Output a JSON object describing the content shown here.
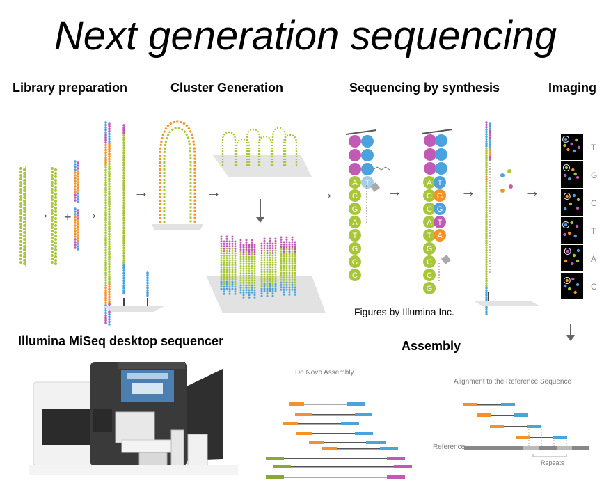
{
  "title": "Next generation sequencing",
  "steps": [
    {
      "label": "Library preparation"
    },
    {
      "label": "Cluster Generation"
    },
    {
      "label": "Sequencing by synthesis"
    },
    {
      "label": "Imaging"
    }
  ],
  "sequence_left": [
    "A",
    "T",
    "C",
    "G",
    "A",
    "T",
    "G",
    "G",
    "C"
  ],
  "sequence_right": [
    "A",
    "T",
    "C",
    "G",
    "C",
    "G",
    "A",
    "T",
    "T",
    "A",
    "G",
    "C",
    "C",
    "G"
  ],
  "imaging_bases": [
    "T",
    "G",
    "C",
    "T",
    "A",
    "C"
  ],
  "credit": "Figures by Illumina Inc.",
  "miseq": {
    "title": "Illumina MiSeq desktop sequencer"
  },
  "assembly": {
    "title": "Assembly",
    "de_novo_label": "De Novo Assembly",
    "alignment_label": "Alignment to the  Reference Sequence",
    "reference_label": "Reference",
    "repeats_label": "Repeats"
  },
  "colors": {
    "green": "#a8c63a",
    "blue": "#4aa3dc",
    "purple": "#c05ab4",
    "orange": "#f3922c",
    "gray": "#555555"
  }
}
